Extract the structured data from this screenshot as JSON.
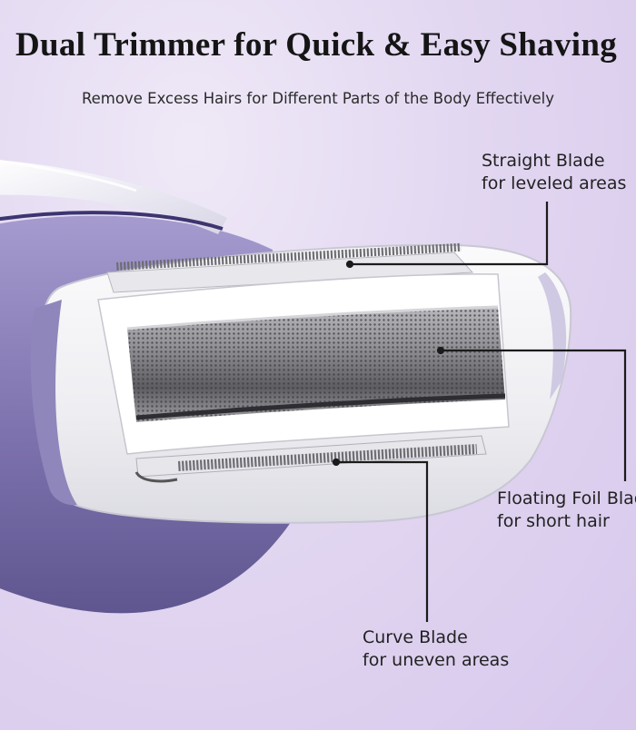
{
  "header": {
    "title": "Dual Trimmer for Quick & Easy Shaving",
    "subtitle": "Remove Excess Hairs for Different Parts of the Body Effectively"
  },
  "callouts": {
    "straight_blade": {
      "line1": "Straight Blade",
      "line2": "for leveled areas"
    },
    "floating_foil": {
      "line1": "Floating Foil Blade",
      "line2": "for short hair"
    },
    "curve_blade": {
      "line1": "Curve Blade",
      "line2": "for uneven areas"
    }
  },
  "colors": {
    "background": "#ddd1ef",
    "device_body": "#8b81b8",
    "head_frame": "#f4f4f6",
    "foil": "#8e8e92"
  }
}
